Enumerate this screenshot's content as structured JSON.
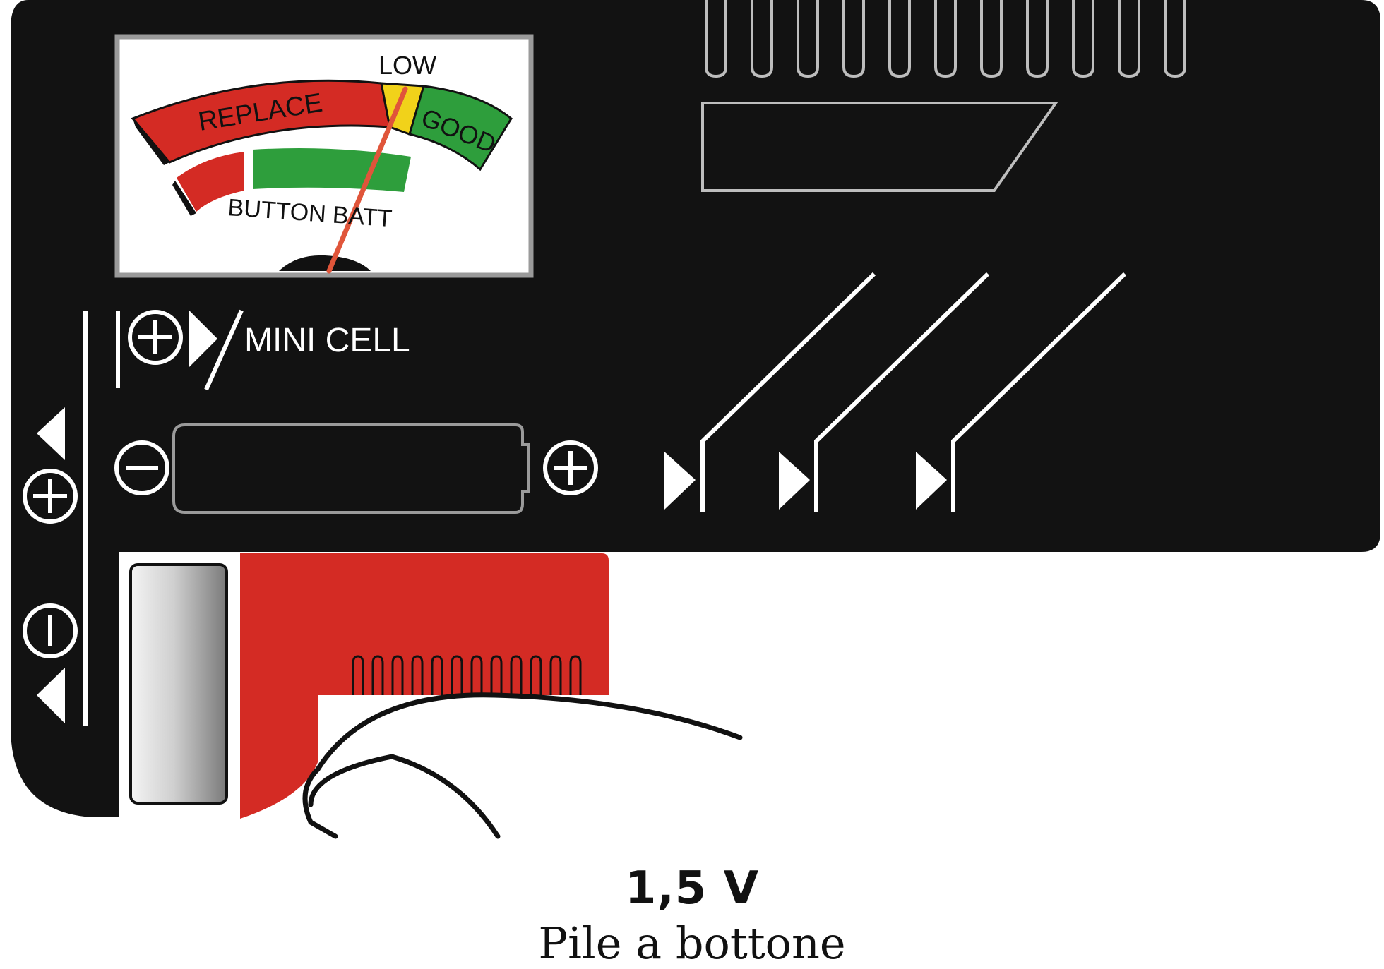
{
  "meter": {
    "replace_label": "REPLACE",
    "low_label": "LOW",
    "good_label": "GOOD",
    "button_batt_label": "BUTTON BATT",
    "needle_zone": "low",
    "zone_colors": {
      "replace": "#d42b24",
      "low": "#f1d21a",
      "good": "#2e9e3c",
      "needle": "#e0553a"
    }
  },
  "panel": {
    "mini_cell_label": "MINI CELL",
    "plus_symbol": "+",
    "minus_symbol": "−",
    "body_color": "#121212",
    "slider_color": "#d42b24"
  },
  "caption": {
    "voltage": "1,5 V",
    "battery_type": "Pile a bottone"
  },
  "icons": [
    "plus-circle-icon",
    "minus-circle-icon",
    "triangle-pointer-icon"
  ]
}
